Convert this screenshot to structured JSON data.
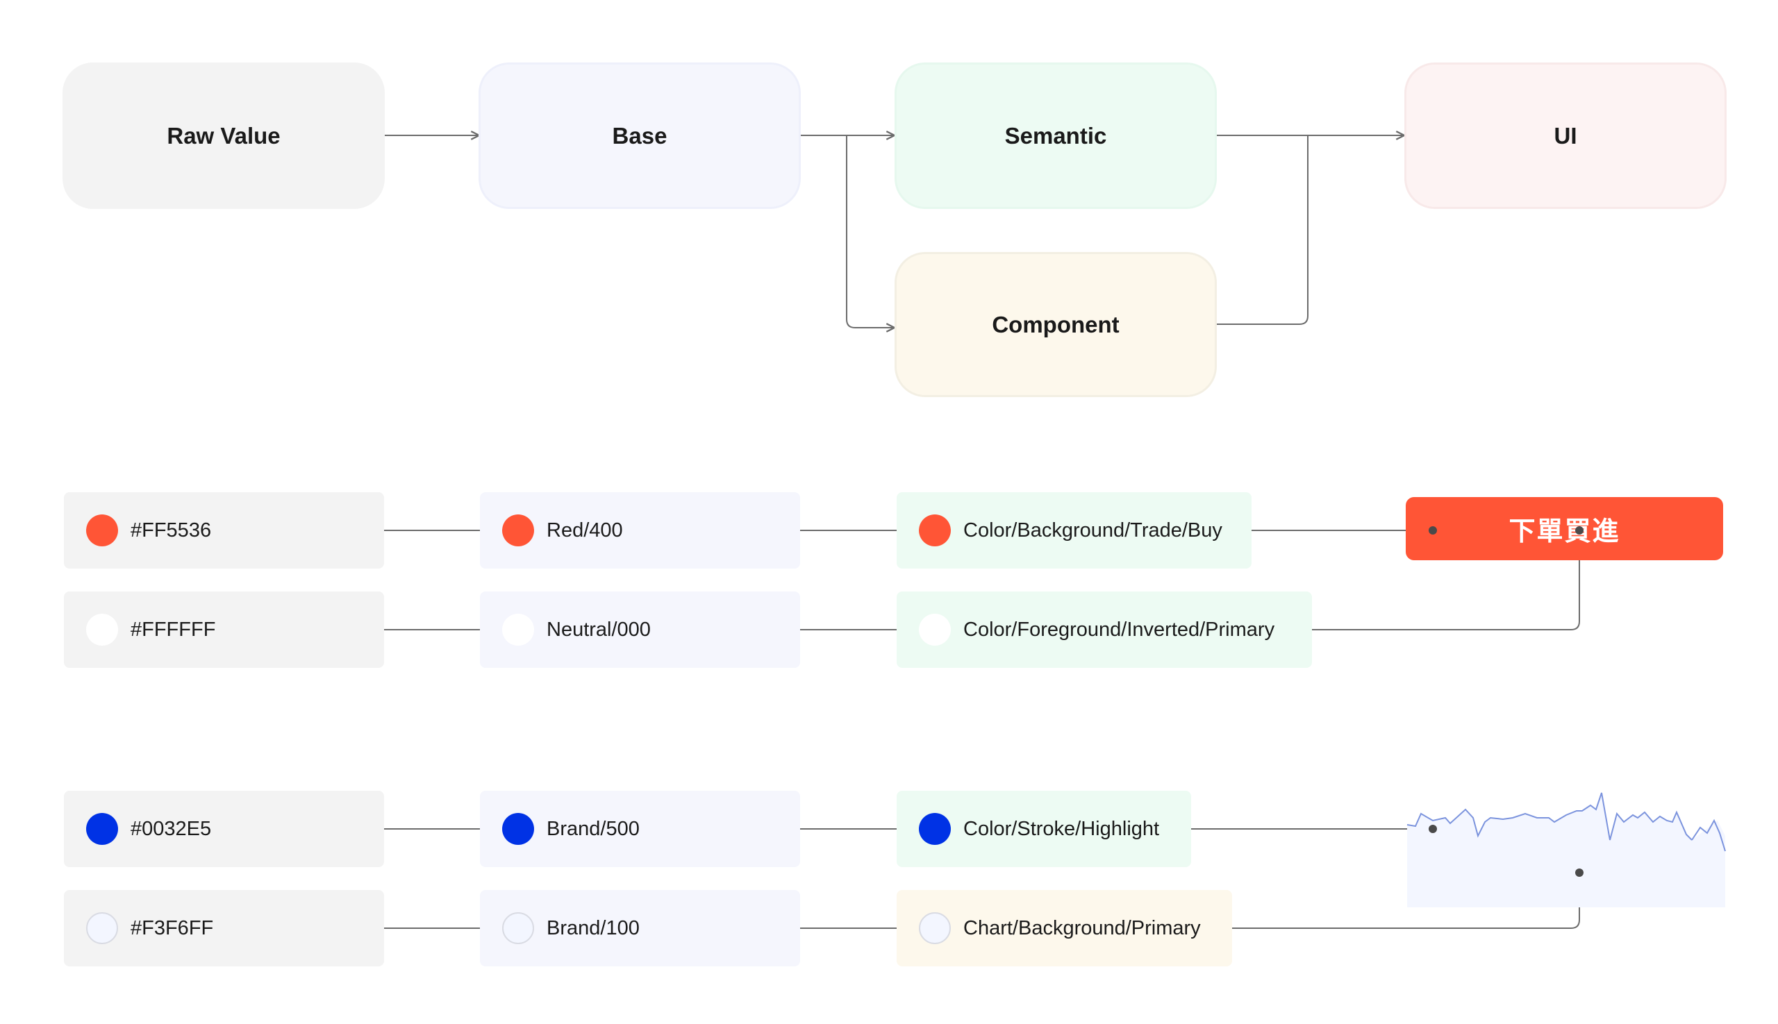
{
  "stages": {
    "raw": "Raw Value",
    "base": "Base",
    "semantic": "Semantic",
    "component": "Component",
    "ui": "UI"
  },
  "rows": [
    {
      "raw": "#FF5536",
      "base": "Red/400",
      "token": "Color/Background/Trade/Buy",
      "swatch": "#FF5536"
    },
    {
      "raw": "#FFFFFF",
      "base": "Neutral/000",
      "token": "Color/Foreground/Inverted/Primary",
      "swatch": "#FFFFFF"
    },
    {
      "raw": "#0032E5",
      "base": "Brand/500",
      "token": "Color/Stroke/Highlight",
      "swatch": "#0032E5"
    },
    {
      "raw": "#F3F6FF",
      "base": "Brand/100",
      "token": "Chart/Background/Primary",
      "swatch": "#F3F6FF"
    }
  ],
  "ui": {
    "buy_button_label": "下單買進"
  },
  "colors": {
    "connector": "#6b6b6b",
    "buy": "#FF5536",
    "brand": "#0032E5",
    "brand_light": "#F3F6FF"
  },
  "icons": [
    "arrow-icon",
    "connector-dot-icon"
  ]
}
